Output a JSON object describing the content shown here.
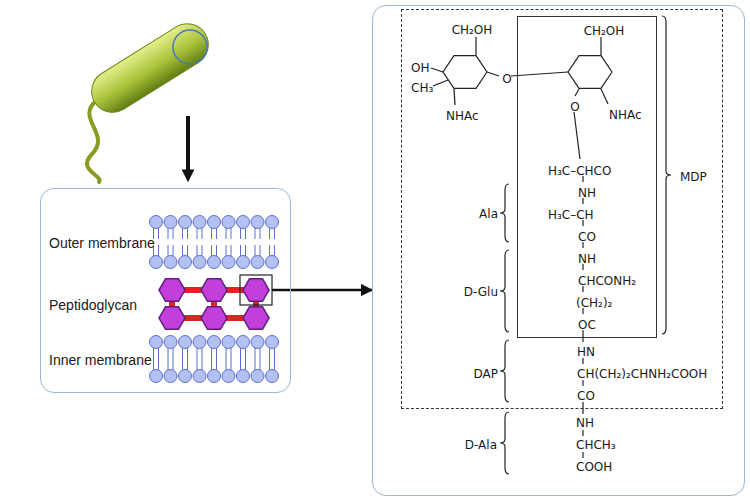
{
  "diagram": {
    "nodes": [
      {
        "text": [
          "Outer membrane",
          "Peptidoglycan",
          "Inner membrane"
        ]
      },
      {
        "text": [
          "D-Ala",
          "NH",
          "CHCH₃",
          "COOH"
        ]
      },
      {
        "text": [
          "CH₂OH",
          "OH",
          "CH₃",
          "NHAc",
          "O",
          "Ala",
          "D-Glu",
          "DAP",
          "HN",
          "CH(CH₂)₂CHNH₂COOH",
          "CO",
          "MDP"
        ],
        "in": 1
      },
      {
        "text": [
          "CH₂OH",
          "O",
          "NHAc",
          "H₃C–CHCO",
          "NH",
          "H₃C–CH",
          "CO",
          "NH",
          "CHCONH₂",
          "(CH₂)₂",
          "OC"
        ],
        "in": 2
      }
    ],
    "edges": [
      {
        "from": 0,
        "to": 1,
        "arrow": "to"
      }
    ]
  }
}
